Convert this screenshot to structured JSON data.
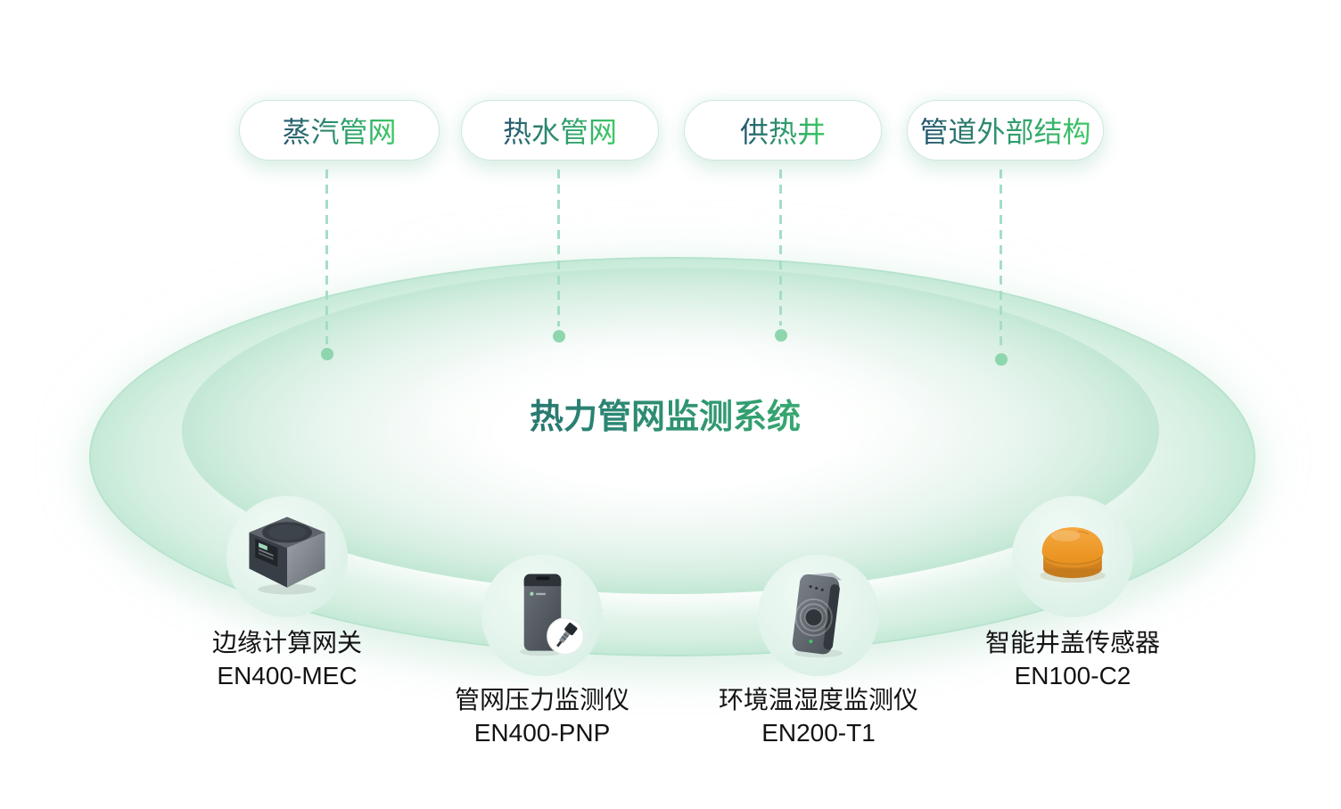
{
  "scene": {
    "title": "热力管网监测系统"
  },
  "tags": [
    {
      "label": "蒸汽管网"
    },
    {
      "label": "热水管网"
    },
    {
      "label": "供热井"
    },
    {
      "label": "管道外部结构"
    }
  ],
  "products": [
    {
      "name": "边缘计算网关",
      "model": "EN400-MEC",
      "icon": "edge-gateway-icon"
    },
    {
      "name": "管网压力监测仪",
      "model": "EN400-PNP",
      "icon": "pressure-monitor-icon"
    },
    {
      "name": "环境温湿度监测仪",
      "model": "EN200-T1",
      "icon": "temp-humidity-monitor-icon"
    },
    {
      "name": "智能井盖传感器",
      "model": "EN100-C2",
      "icon": "manhole-sensor-icon"
    }
  ],
  "colors": {
    "gradient_text_start": "#21586f",
    "gradient_text_end": "#41c76d",
    "ring_mint": "#c9ebd9",
    "dash_mint": "#a5ddc6",
    "dot_mint": "#8ed6ae",
    "pill_border": "#cfe8de",
    "label_text": "#131313",
    "device_gray": "#4c5258",
    "sensor_orange": "#ef9c31",
    "background": "#ffffff"
  }
}
